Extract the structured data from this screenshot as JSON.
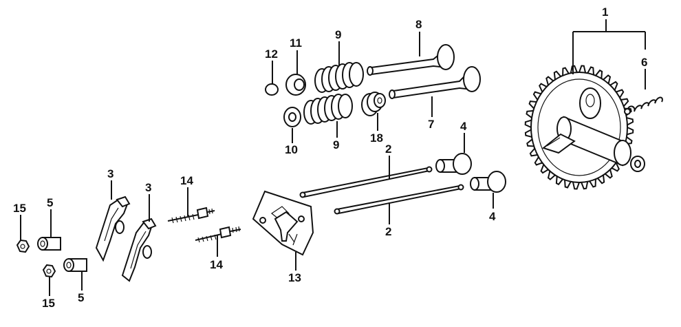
{
  "callouts": {
    "c1": "1",
    "c2a": "2",
    "c2b": "2",
    "c3a": "3",
    "c3b": "3",
    "c4a": "4",
    "c4b": "4",
    "c5a": "5",
    "c5b": "5",
    "c6": "6",
    "c7": "7",
    "c8": "8",
    "c9a": "9",
    "c9b": "9",
    "c10": "10",
    "c11": "11",
    "c12": "12",
    "c13": "13",
    "c14a": "14",
    "c14b": "14",
    "c15a": "15",
    "c15b": "15",
    "c18": "18"
  }
}
